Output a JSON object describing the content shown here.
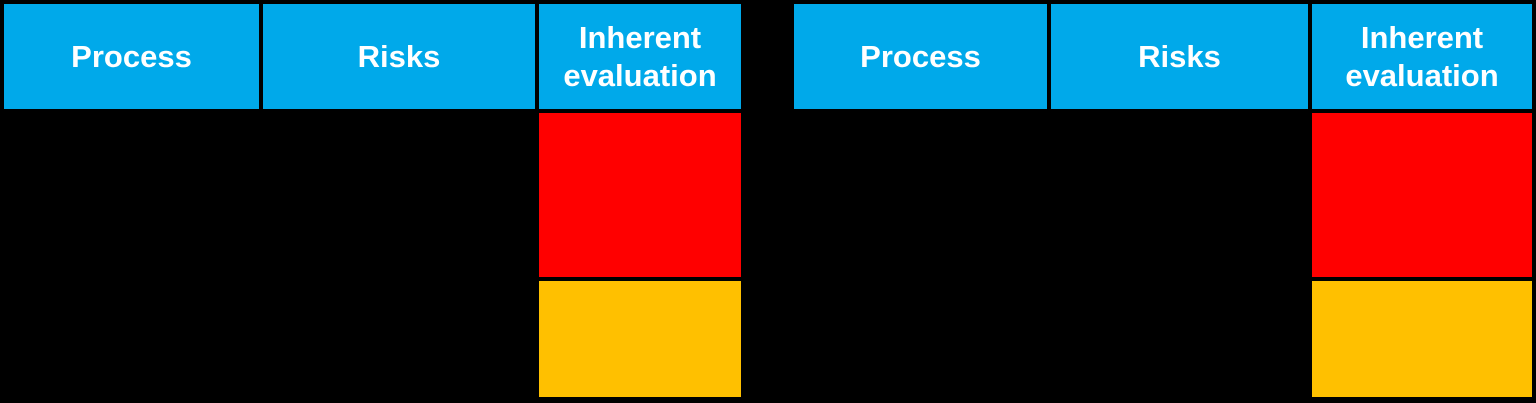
{
  "colors": {
    "page_bg": "#000000",
    "border_color": "#000000",
    "header_bg": "#00A9EA",
    "header_text": "#FFFFFF",
    "cell_bg": "#000000",
    "risk_high": "#FF0000",
    "risk_medium": "#FFC000"
  },
  "tables": [
    {
      "headers": [
        "Process",
        "Risks",
        "Inherent evaluation"
      ],
      "rows": [
        {
          "evaluation_bg": "#FF0000"
        },
        {
          "evaluation_bg": "#FFC000"
        }
      ]
    },
    {
      "headers": [
        "Process",
        "Risks",
        "Inherent evaluation"
      ],
      "rows": [
        {
          "evaluation_bg": "#FF0000"
        },
        {
          "evaluation_bg": "#FFC000"
        }
      ]
    }
  ]
}
